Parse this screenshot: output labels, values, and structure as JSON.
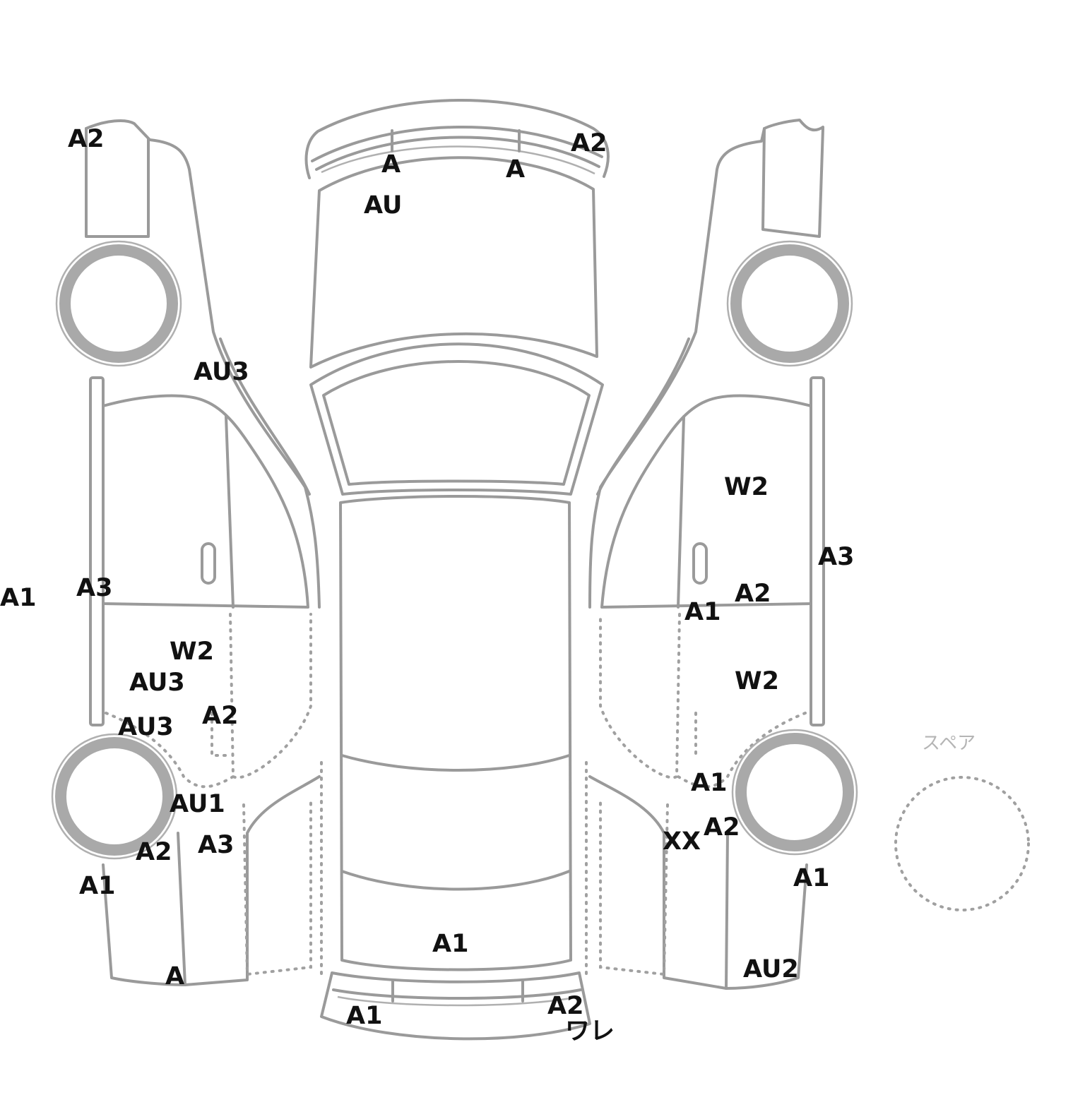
{
  "diagram": {
    "line_color": "#9a9a9a",
    "label_color": "#111111",
    "spare_label": "スペア",
    "damage_marks": [
      {
        "id": "left-front-fender-top",
        "code": "A2"
      },
      {
        "id": "left-a-pillar",
        "code": "AU3"
      },
      {
        "id": "left-edge",
        "code": "A1"
      },
      {
        "id": "left-rocker",
        "code": "A3"
      },
      {
        "id": "left-rear-door-1",
        "code": "W2"
      },
      {
        "id": "left-rear-door-2",
        "code": "AU3"
      },
      {
        "id": "left-rear-door-3",
        "code": "AU3"
      },
      {
        "id": "left-rear-door-4",
        "code": "A2"
      },
      {
        "id": "left-rear-fender-1",
        "code": "AU1"
      },
      {
        "id": "left-rear-fender-2",
        "code": "A3"
      },
      {
        "id": "left-rear-fender-3",
        "code": "A2"
      },
      {
        "id": "left-rear-bumper-1",
        "code": "A1"
      },
      {
        "id": "left-rear-bumper-2",
        "code": "A"
      },
      {
        "id": "front-bumper-1",
        "code": "A"
      },
      {
        "id": "front-bumper-2",
        "code": "A"
      },
      {
        "id": "front-bumper-3",
        "code": "A2"
      },
      {
        "id": "hood",
        "code": "AU"
      },
      {
        "id": "trunk",
        "code": "A1"
      },
      {
        "id": "rear-bumper-1",
        "code": "A1"
      },
      {
        "id": "rear-bumper-2",
        "code": "A2"
      },
      {
        "id": "rear-bumper-3",
        "code": "ワレ"
      },
      {
        "id": "right-front-door",
        "code": "W2"
      },
      {
        "id": "right-rocker",
        "code": "A3"
      },
      {
        "id": "right-door-split-1",
        "code": "A2"
      },
      {
        "id": "right-door-split-2",
        "code": "A1"
      },
      {
        "id": "right-rear-door",
        "code": "W2"
      },
      {
        "id": "right-rear-fender-1",
        "code": "A1"
      },
      {
        "id": "right-rear-fender-2",
        "code": "A2"
      },
      {
        "id": "right-rear-fender-3",
        "code": "XX"
      },
      {
        "id": "right-rear-bumper-1",
        "code": "A1"
      },
      {
        "id": "right-rear-bumper-2",
        "code": "AU2"
      }
    ]
  }
}
